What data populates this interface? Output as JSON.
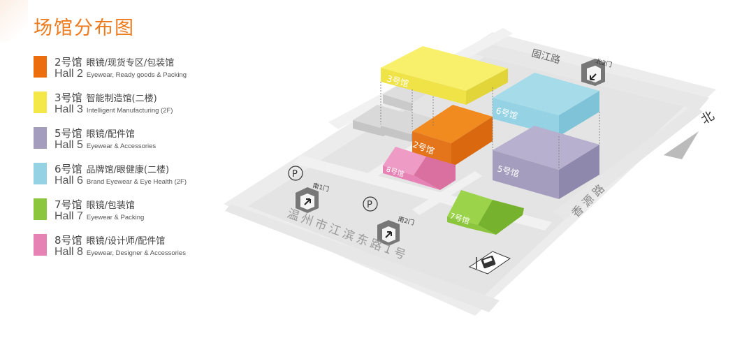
{
  "title": "场馆分布图",
  "legend": [
    {
      "zh": "2号馆",
      "zh_desc": "眼镜/现货专区/包装馆",
      "hall": "Hall 2",
      "en": "Eyewear, Ready goods & Packing",
      "color": "#ec6d0e"
    },
    {
      "zh": "3号馆",
      "zh_desc": "智能制造馆(二楼)",
      "hall": "Hall 3",
      "en": "Intelligent Manufacturing (2F)",
      "color": "#f4e849"
    },
    {
      "zh": "5号馆",
      "zh_desc": "眼镜/配件馆",
      "hall": "Hall 5",
      "en": "Eyewear & Accessories",
      "color": "#a49dbd"
    },
    {
      "zh": "6号馆",
      "zh_desc": "品牌馆/眼健康(二楼)",
      "hall": "Hall 6",
      "en": "Brand Eyewear & Eye Health (2F)",
      "color": "#94d2e4"
    },
    {
      "zh": "7号馆",
      "zh_desc": "眼镜/包装馆",
      "hall": "Hall 7",
      "en": "Eyewear & Packing",
      "color": "#8cc63e"
    },
    {
      "zh": "8号馆",
      "zh_desc": "眼镜/设计师/配件馆",
      "hall": "Hall 8",
      "en": "Eyewear, Designer & Accessories",
      "color": "#e683b4"
    }
  ],
  "map": {
    "halls": {
      "h3": "3号馆",
      "h2": "2号馆",
      "h6": "6号馆",
      "h5": "5号馆",
      "h8": "8号馆",
      "h7": "7号馆"
    },
    "roads": {
      "north_road": "固江路",
      "east_road": "香源路",
      "address": "温州市江滨东路1号"
    },
    "gates": {
      "north_gate": "北2门",
      "south_gate_1": "南1门",
      "south_gate_2": "南2门"
    },
    "parking": [
      "P",
      "P"
    ],
    "compass": "北"
  }
}
